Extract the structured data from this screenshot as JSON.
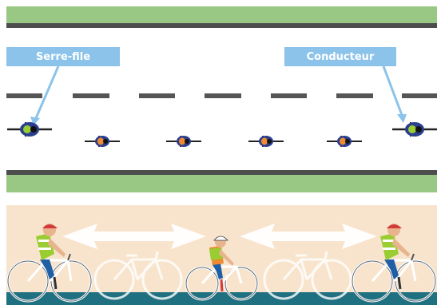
{
  "labels": {
    "rear": "Serre-file",
    "leader": "Conducteur"
  },
  "colors": {
    "grass": "#98c883",
    "road_edge": "#4d4d4d",
    "lane_mark": "#555555",
    "label_bg": "#8cc3ea",
    "label_text": "#ffffff",
    "scene_bg": "#f8e4cc",
    "ground": "#1f7080",
    "arrow": "#ffffff",
    "vest": "#9acd32",
    "helmet": "#d33a3a",
    "child_shirt": "#f08a33",
    "pants": "#1f5fa6"
  },
  "top_view": {
    "riders": [
      {
        "role": "rear",
        "vest": "green",
        "icon": "cyclist-top-icon"
      },
      {
        "role": "child",
        "vest": "orange",
        "icon": "cyclist-top-icon"
      },
      {
        "role": "child",
        "vest": "orange",
        "icon": "cyclist-top-icon"
      },
      {
        "role": "child",
        "vest": "orange",
        "icon": "cyclist-top-icon"
      },
      {
        "role": "child",
        "vest": "orange",
        "icon": "cyclist-top-icon"
      },
      {
        "role": "leader",
        "vest": "green",
        "icon": "cyclist-top-icon"
      }
    ]
  },
  "side_view": {
    "figures": [
      {
        "role": "adult-rear",
        "icon": "adult-cyclist-icon"
      },
      {
        "role": "child",
        "icon": "child-cyclist-icon"
      },
      {
        "role": "adult-leader",
        "icon": "adult-cyclist-icon"
      }
    ],
    "ghost_bikes": 2,
    "spacing_arrows": 2
  }
}
